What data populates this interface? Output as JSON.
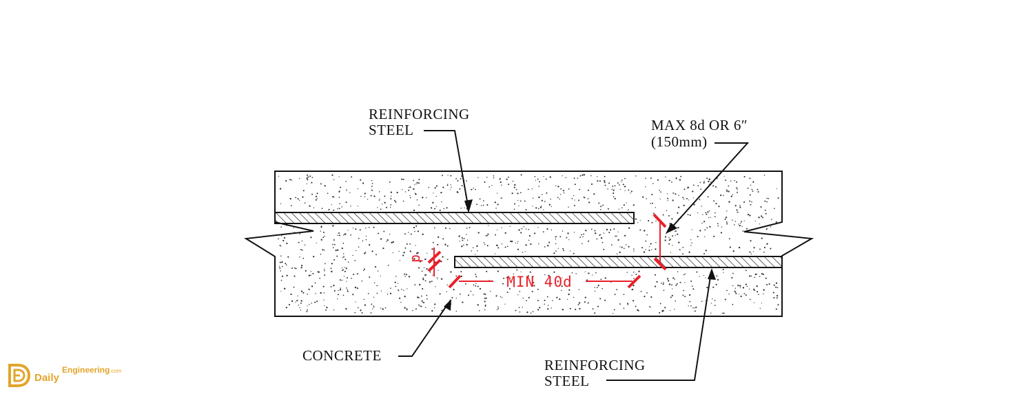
{
  "diagram": {
    "labels": {
      "steel_top_line1": "REINFORCING",
      "steel_top_line2": "STEEL",
      "max_line1": "MAX 8d OR 6″",
      "max_line2": "(150mm)",
      "concrete": "CONCRETE",
      "steel_bottom_line1": "REINFORCING",
      "steel_bottom_line2": "STEEL"
    },
    "dimensions": {
      "lap_length": "MIN 40d",
      "bar_diameter": "d"
    },
    "colors": {
      "line": "#111111",
      "dimension": "#e8202a",
      "concrete_fill": "#ffffff"
    }
  },
  "watermark": {
    "brand_word1": "Daily",
    "brand_word2": "Engineering",
    "brand_suffix": ".com",
    "icon": "daily-engineering-logo-icon",
    "color": "#e2a52a"
  }
}
